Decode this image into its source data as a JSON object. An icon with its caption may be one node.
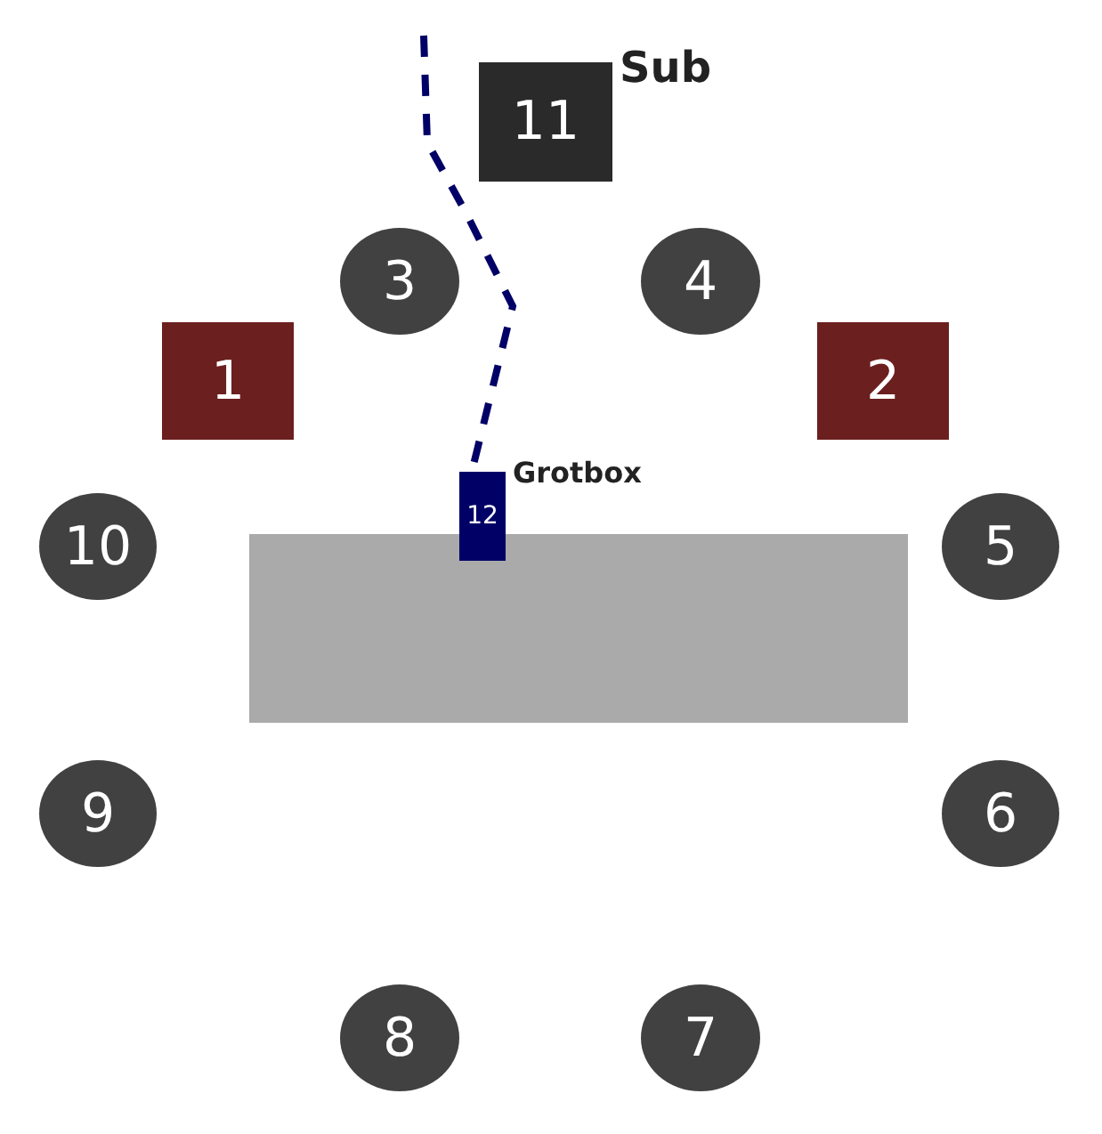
{
  "diagram": {
    "nodes": [
      {
        "text": [
          "11"
        ],
        "beside": [
          "Sub"
        ]
      },
      {
        "text": [
          "3"
        ]
      },
      {
        "text": [
          "4"
        ]
      },
      {
        "text": [
          "1"
        ]
      },
      {
        "text": [
          "2"
        ]
      },
      {
        "text": [
          "12"
        ],
        "beside": [
          "Grotbox"
        ]
      },
      {
        "text": [
          "10"
        ]
      },
      {
        "text": [],
        "shape": "box"
      },
      {
        "text": [
          "5"
        ]
      },
      {
        "text": [
          "9"
        ]
      },
      {
        "text": [
          "6"
        ]
      },
      {
        "text": [
          "8"
        ]
      },
      {
        "text": [
          "7"
        ]
      }
    ],
    "edges": [
      {
        "from": null,
        "to": 5,
        "arrow": "none",
        "style": "dashed"
      }
    ]
  }
}
